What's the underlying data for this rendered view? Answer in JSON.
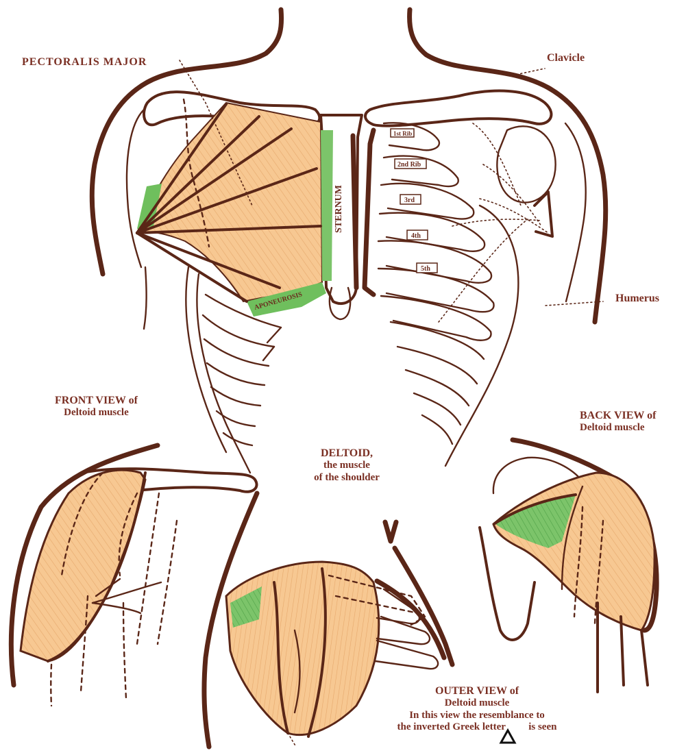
{
  "labels": {
    "pectoralis_major": "PECTORALIS MAJOR",
    "clavicle": "Clavicle",
    "humerus": "Humerus",
    "sternum": "STERNUM",
    "aponeurosis": "APONEUROSIS",
    "front_view_line1": "FRONT VIEW of",
    "front_view_line2": "Deltoid muscle",
    "back_view_line1": "BACK VIEW of",
    "back_view_line2": "Deltoid muscle",
    "deltoid_line1": "DELTOID,",
    "deltoid_line2": "the muscle",
    "deltoid_line3": "of the shoulder",
    "outer_view_line1": "OUTER VIEW of",
    "outer_view_line2": "Deltoid muscle",
    "outer_view_line3": "In this view the resemblance to",
    "outer_view_line4_before": "the inverted Greek letter",
    "outer_view_line4_after": "is seen"
  },
  "rib_labels": [
    "1st Rib",
    "2nd Rib",
    "3rd",
    "4th",
    "5th"
  ],
  "colors": {
    "ink": "#5a2617",
    "label_text": "#7a2f23",
    "muscle_fill": "#f7c892",
    "aponeurosis_fill": "#6fbf5d"
  }
}
